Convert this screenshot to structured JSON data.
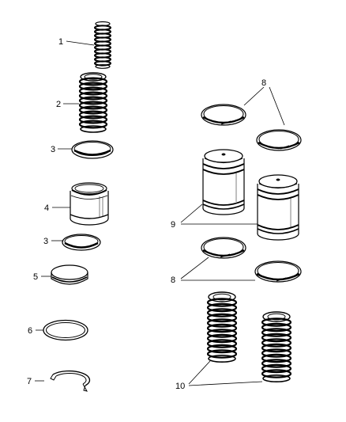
{
  "callouts": {
    "c1": "1",
    "c2": "2",
    "c3a": "3",
    "c3b": "3",
    "c4": "4",
    "c5": "5",
    "c6": "6",
    "c7": "7",
    "c8a": "8",
    "c8b": "8",
    "c9": "9",
    "c10": "10"
  },
  "parts": [
    {
      "callout": "1",
      "icon": "small-coil-spring"
    },
    {
      "callout": "2",
      "icon": "coil-spring"
    },
    {
      "callout": "3",
      "icon": "seal-ring"
    },
    {
      "callout": "4",
      "icon": "piston"
    },
    {
      "callout": "5",
      "icon": "disc-plug"
    },
    {
      "callout": "6",
      "icon": "o-ring"
    },
    {
      "callout": "7",
      "icon": "snap-ring"
    },
    {
      "callout": "8",
      "icon": "seal-ring"
    },
    {
      "callout": "9",
      "icon": "accumulator-piston"
    },
    {
      "callout": "10",
      "icon": "coil-spring"
    }
  ]
}
